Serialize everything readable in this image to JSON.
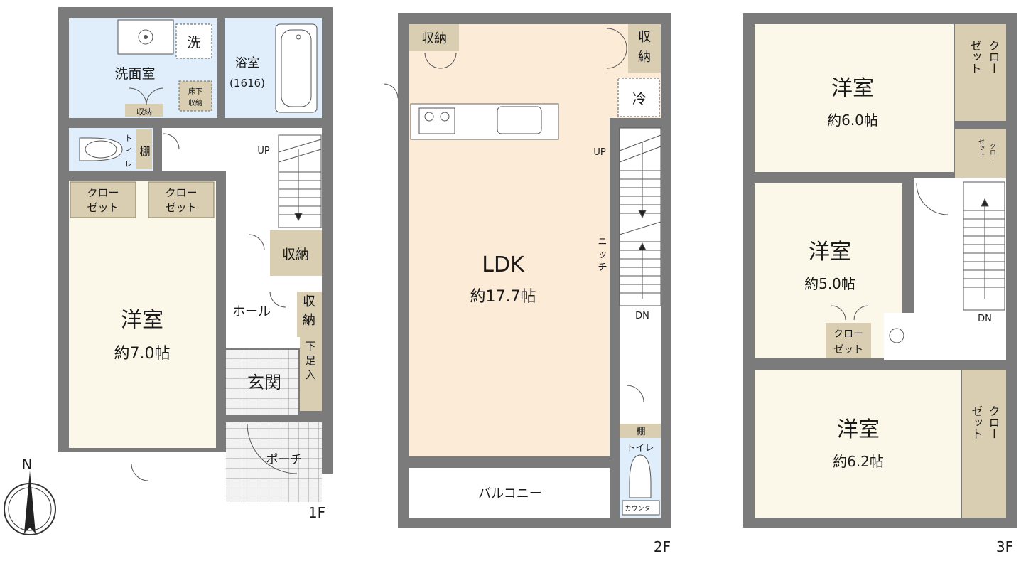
{
  "floors": [
    {
      "name": "1F"
    },
    {
      "name": "2F"
    },
    {
      "name": "3F"
    }
  ],
  "compass": {
    "north": "N"
  },
  "rooms_1f": {
    "senmen": "洗面室",
    "senmen_shuno": "収納",
    "sentaku": "洗",
    "yukashita_1": "床下",
    "yukashita_2": "収納",
    "yokushitsu": "浴室",
    "yokushitsu_size": "(1616)",
    "toilet_1": "ト",
    "toilet_2": "イ",
    "toilet_3": "レ",
    "tana": "棚",
    "closet_a_1": "クロー",
    "closet_a_2": "ゼット",
    "closet_b_1": "クロー",
    "closet_b_2": "ゼット",
    "youshitsu": "洋室",
    "youshitsu_area": "約7.0帖",
    "up": "UP",
    "hall_shuno": "収納",
    "hall": "ホール",
    "shuno_small_1": "収",
    "shuno_small_2": "納",
    "getabako_1": "下",
    "getabako_2": "足",
    "getabako_3": "入",
    "genkan": "玄関",
    "porch": "ポーチ"
  },
  "rooms_2f": {
    "shuno_left": "収納",
    "shuno_right_1": "収",
    "shuno_right_2": "納",
    "fridge": "冷",
    "ldk": "LDK",
    "ldk_area": "約17.7帖",
    "up": "UP",
    "niche_1": "ニ",
    "niche_2": "ッ",
    "niche_3": "チ",
    "dn": "DN",
    "tana": "棚",
    "toilet": "トイレ",
    "counter": "カウンター",
    "balcony": "バルコニー"
  },
  "rooms_3f": {
    "room1": "洋室",
    "room1_area": "約6.0帖",
    "closet1_a": "クロー",
    "closet1_b": "ゼット",
    "closet_small_a": "クロー",
    "closet_small_b": "ゼット",
    "room2": "洋室",
    "room2_area": "約5.0帖",
    "closet2_a": "クロー",
    "closet2_b": "ゼット",
    "dn": "DN",
    "room3": "洋室",
    "room3_area": "約6.2帖",
    "closet3_a": "クロー",
    "closet3_b": "ゼット"
  },
  "colors": {
    "wall": "#7b7b7b",
    "wet_area": "#dfeefa",
    "room_yellow": "#fbf8ea",
    "ldk": "#fbebd7",
    "storage": "#d9ceb2",
    "hall": "#ffffff",
    "tile": "#efefef"
  }
}
